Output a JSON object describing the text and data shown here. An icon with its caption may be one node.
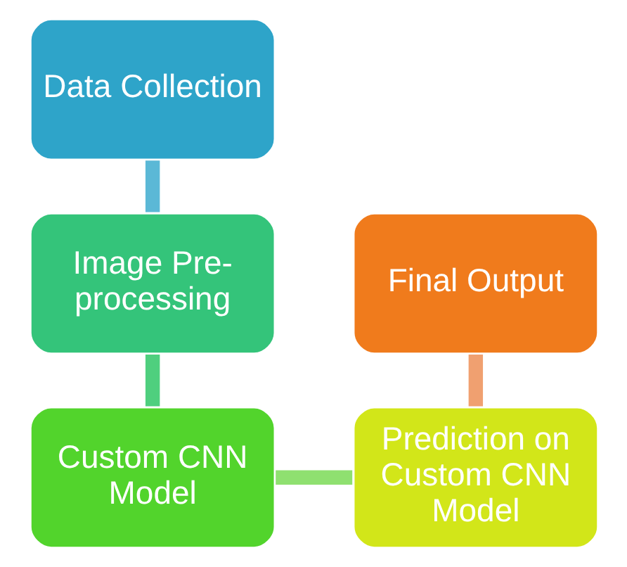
{
  "diagram": {
    "nodes": [
      {
        "text": [
          "Data Collection"
        ]
      },
      {
        "text": [
          "Image Pre-processing"
        ]
      },
      {
        "text": [
          "Custom CNN Model"
        ]
      },
      {
        "text": [
          "Prediction on Custom CNN Model"
        ]
      },
      {
        "text": [
          "Final Output"
        ]
      }
    ],
    "edges": [
      {
        "from": 0,
        "to": 1,
        "arrow": "none",
        "color": "#5bb8d6"
      },
      {
        "from": 1,
        "to": 2,
        "arrow": "none",
        "color": "#4fcf7e"
      },
      {
        "from": 2,
        "to": 3,
        "arrow": "none",
        "color": "#8fe070"
      },
      {
        "from": 3,
        "to": 4,
        "arrow": "none",
        "color": "#f0a070"
      }
    ]
  }
}
